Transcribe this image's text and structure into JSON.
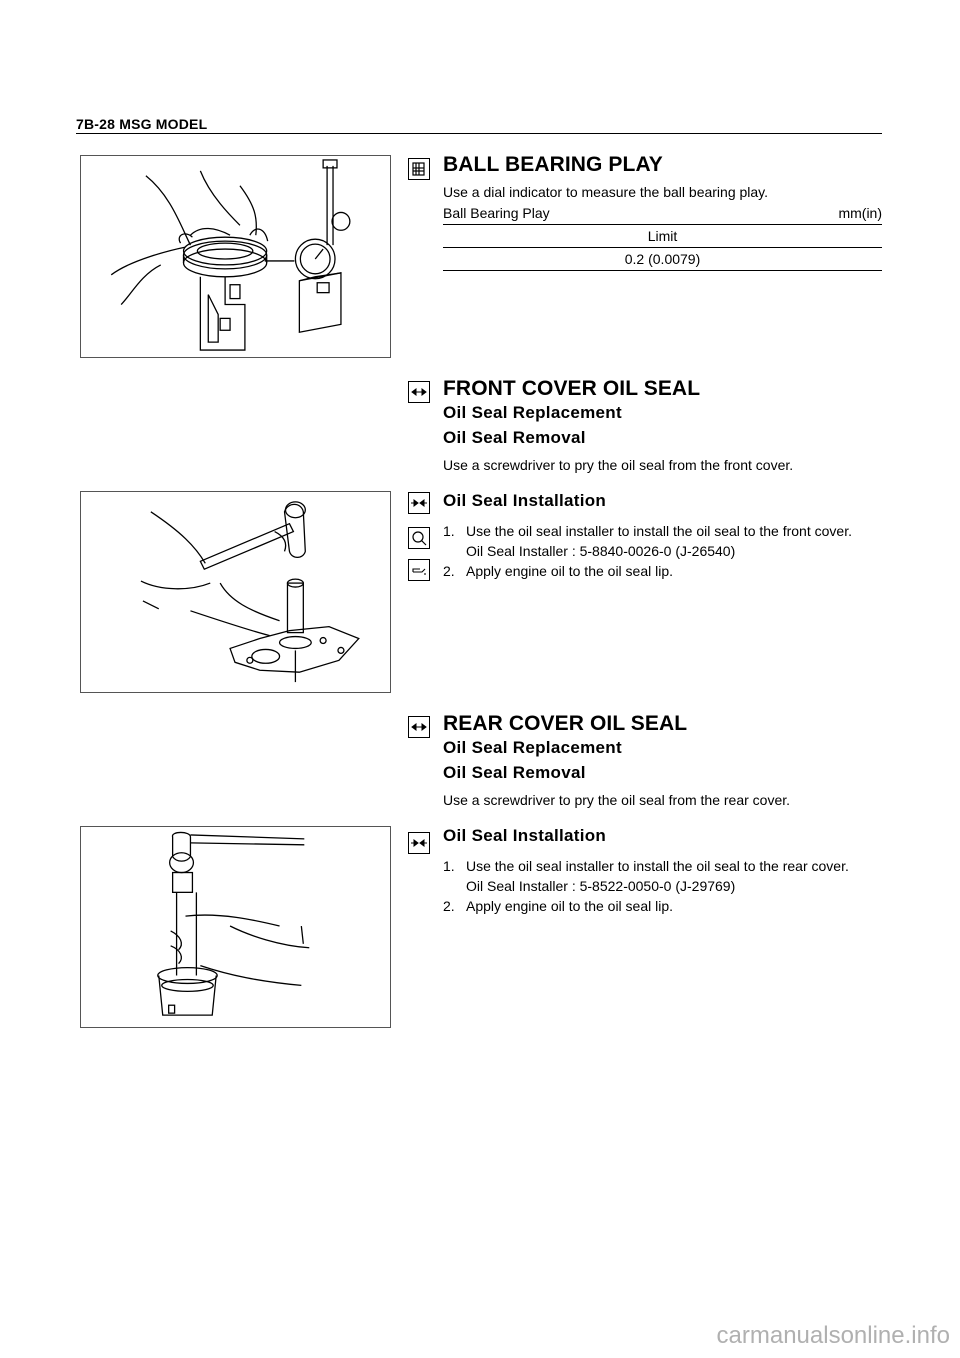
{
  "header": {
    "title": "7B-28  MSG MODEL"
  },
  "ball_bearing": {
    "heading": "BALL BEARING PLAY",
    "intro": "Use a dial indicator to measure the ball bearing play.",
    "table": {
      "label": "Ball Bearing Play",
      "unit": "mm(in)",
      "column": "Limit",
      "value": "0.2 (0.0079)"
    },
    "icon": "measure-icon"
  },
  "front": {
    "heading": "FRONT COVER OIL SEAL",
    "sub1": "Oil Seal Replacement",
    "sub2": "Oil Seal Removal",
    "removal_text": "Use a screwdriver to pry the oil seal from the front cover.",
    "install_heading": "Oil Seal Installation",
    "step1": "Use the oil seal installer to install the oil seal to the front cover.",
    "step1_tool": "Oil Seal Installer : 5-8840-0026-0 (J-26540)",
    "step2": "Apply engine oil to the oil seal lip.",
    "num1": "1.",
    "num2": "2.",
    "icons": [
      "remove-icon",
      "install-icon",
      "special-tool-icon",
      "oil-icon"
    ]
  },
  "rear": {
    "heading": "REAR COVER OIL SEAL",
    "sub1": "Oil Seal Replacement",
    "sub2": "Oil Seal Removal",
    "removal_text": "Use a screwdriver to pry the oil seal from the rear cover.",
    "install_heading": "Oil Seal Installation",
    "step1": "Use the oil seal installer to install the oil seal to the rear cover.",
    "step1_tool": "Oil Seal Installer : 5-8522-0050-0 (J-29769)",
    "step2": "Apply engine oil to the oil seal lip.",
    "num1": "1.",
    "num2": "2.",
    "icons": [
      "remove-icon",
      "install-icon"
    ]
  },
  "watermark": "carmanualsonline.info"
}
